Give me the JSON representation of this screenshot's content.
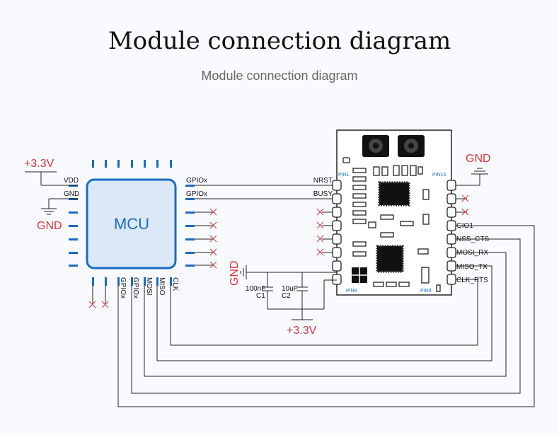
{
  "title": "Module connection diagram",
  "subtitle": "Module connection diagram",
  "mcu": {
    "label": "MCU",
    "left_pins": [
      "VDD",
      "GND"
    ],
    "right_pins": [
      "GPIOx",
      "GPIOx"
    ],
    "bottom_pins": [
      "GPIOx",
      "GPIOx",
      "MOSI",
      "MISO",
      "CLK"
    ]
  },
  "power": {
    "vdd_left": "+3.3V",
    "gnd_left": "GND",
    "gnd_caps": "GND",
    "vdd_bottom": "+3.3V",
    "gnd_right": "GND"
  },
  "capacitors": [
    {
      "value": "100nF",
      "ref": "C1"
    },
    {
      "value": "10uF",
      "ref": "C2"
    }
  ],
  "module": {
    "left_pins": [
      "NRST",
      "BUSY"
    ],
    "right_pins": [
      "GIO1",
      "NSS_CTS",
      "MOSI_RX",
      "MISO_TX",
      "CLK_RTS"
    ],
    "pin_markers": {
      "pin1": "PIN1",
      "pin8": "PIN8",
      "pin9": "PIN9",
      "pin16": "PIN16"
    }
  },
  "colors": {
    "accent_blue": "#1a6bc4",
    "power_red": "#d8343a",
    "wire": "#222222"
  }
}
